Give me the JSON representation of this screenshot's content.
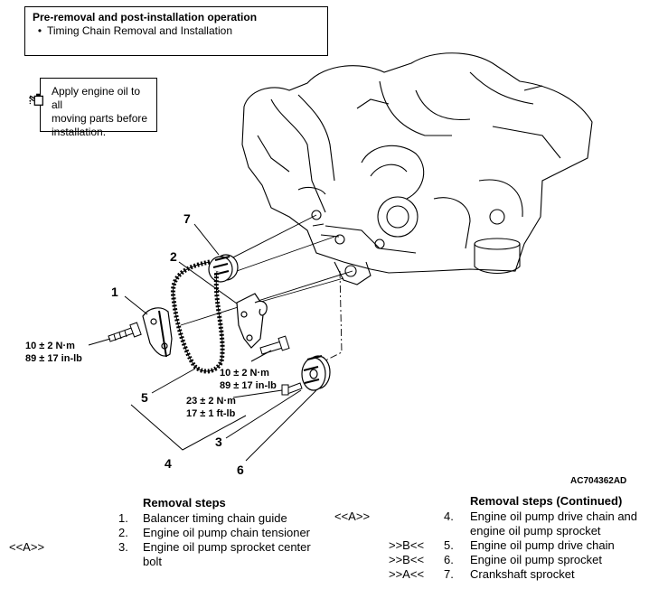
{
  "header": {
    "title": "Pre-removal and post-installation operation",
    "bullet": "•",
    "item": "Timing Chain Removal and Installation"
  },
  "oil_note": {
    "icon": "oil-can-icon",
    "lines": [
      "Apply engine oil to all",
      "moving parts before",
      "installation."
    ]
  },
  "callouts": {
    "n1": "1",
    "n2": "2",
    "n3": "3",
    "n4": "4",
    "n5": "5",
    "n6": "6",
    "n7": "7"
  },
  "torques": {
    "left": [
      "10 ± 2 N·m",
      "89 ± 17 in-lb"
    ],
    "mid": [
      "10 ± 2 N·m",
      "89 ± 17 in-lb"
    ],
    "low": [
      "23 ± 2 N·m",
      "17 ± 1 ft-lb"
    ]
  },
  "figure_code": "AC704362AD",
  "removal_steps": {
    "title": "Removal steps",
    "items": [
      {
        "code": "",
        "num": "1.",
        "text": [
          "Balancer timing chain guide"
        ]
      },
      {
        "code": "",
        "num": "2.",
        "text": [
          "Engine oil pump chain tensioner"
        ]
      },
      {
        "code": "<<A>>",
        "num": "3.",
        "text": [
          "Engine oil pump sprocket center",
          "bolt"
        ]
      }
    ]
  },
  "removal_steps_cont": {
    "title": "Removal steps (Continued)",
    "items": [
      {
        "code": "<<A>>",
        "num": "4.",
        "text": [
          "Engine oil pump drive chain and",
          "engine oil pump sprocket"
        ]
      },
      {
        "code": ">>B<<",
        "num": "5.",
        "text": [
          "Engine oil pump drive chain"
        ]
      },
      {
        "code": ">>B<<",
        "num": "6.",
        "text": [
          "Engine oil pump sprocket"
        ]
      },
      {
        "code": ">>A<<",
        "num": "7.",
        "text": [
          "Crankshaft sprocket"
        ]
      }
    ]
  }
}
